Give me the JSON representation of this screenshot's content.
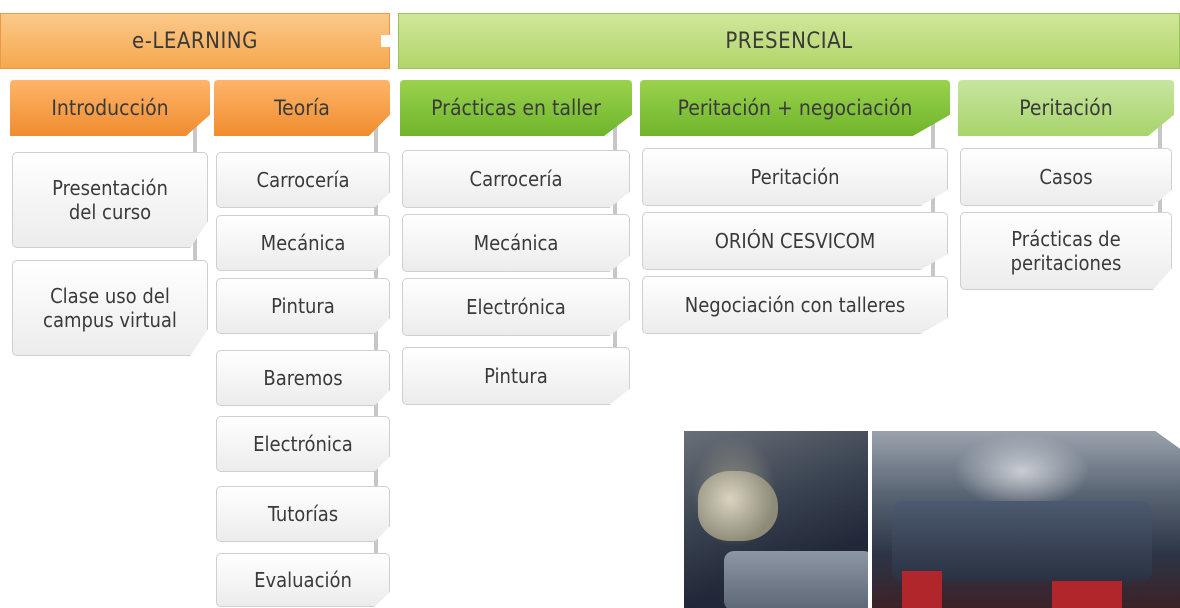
{
  "phases": {
    "elearning": "e-LEARNING",
    "presencial": "PRESENCIAL"
  },
  "columns": [
    {
      "header": "Introducción",
      "phase": "elearning",
      "items": [
        "Presentación\ndel curso",
        "Clase uso del\ncampus virtual"
      ]
    },
    {
      "header": "Teoría",
      "phase": "elearning",
      "items": [
        "Carrocería",
        "Mecánica",
        "Pintura",
        "Baremos",
        "Electrónica",
        "Tutorías",
        "Evaluación"
      ]
    },
    {
      "header": "Prácticas en taller",
      "phase": "presencial",
      "items": [
        "Carrocería",
        "Mecánica",
        "Electrónica",
        "Pintura"
      ]
    },
    {
      "header": "Peritación + negociación",
      "phase": "presencial",
      "items": [
        "Peritación",
        "ORIÓN CESVICOM",
        "Negociación con talleres"
      ]
    },
    {
      "header": "Peritación",
      "phase": "presencial",
      "items": [
        "Casos",
        "Prácticas de\nperitaciones"
      ]
    }
  ],
  "colors": {
    "elearning": "#f6a84e",
    "presencial": "#b3d56a",
    "header_orange": "#f08c2e",
    "header_green": "#6fb52c"
  }
}
